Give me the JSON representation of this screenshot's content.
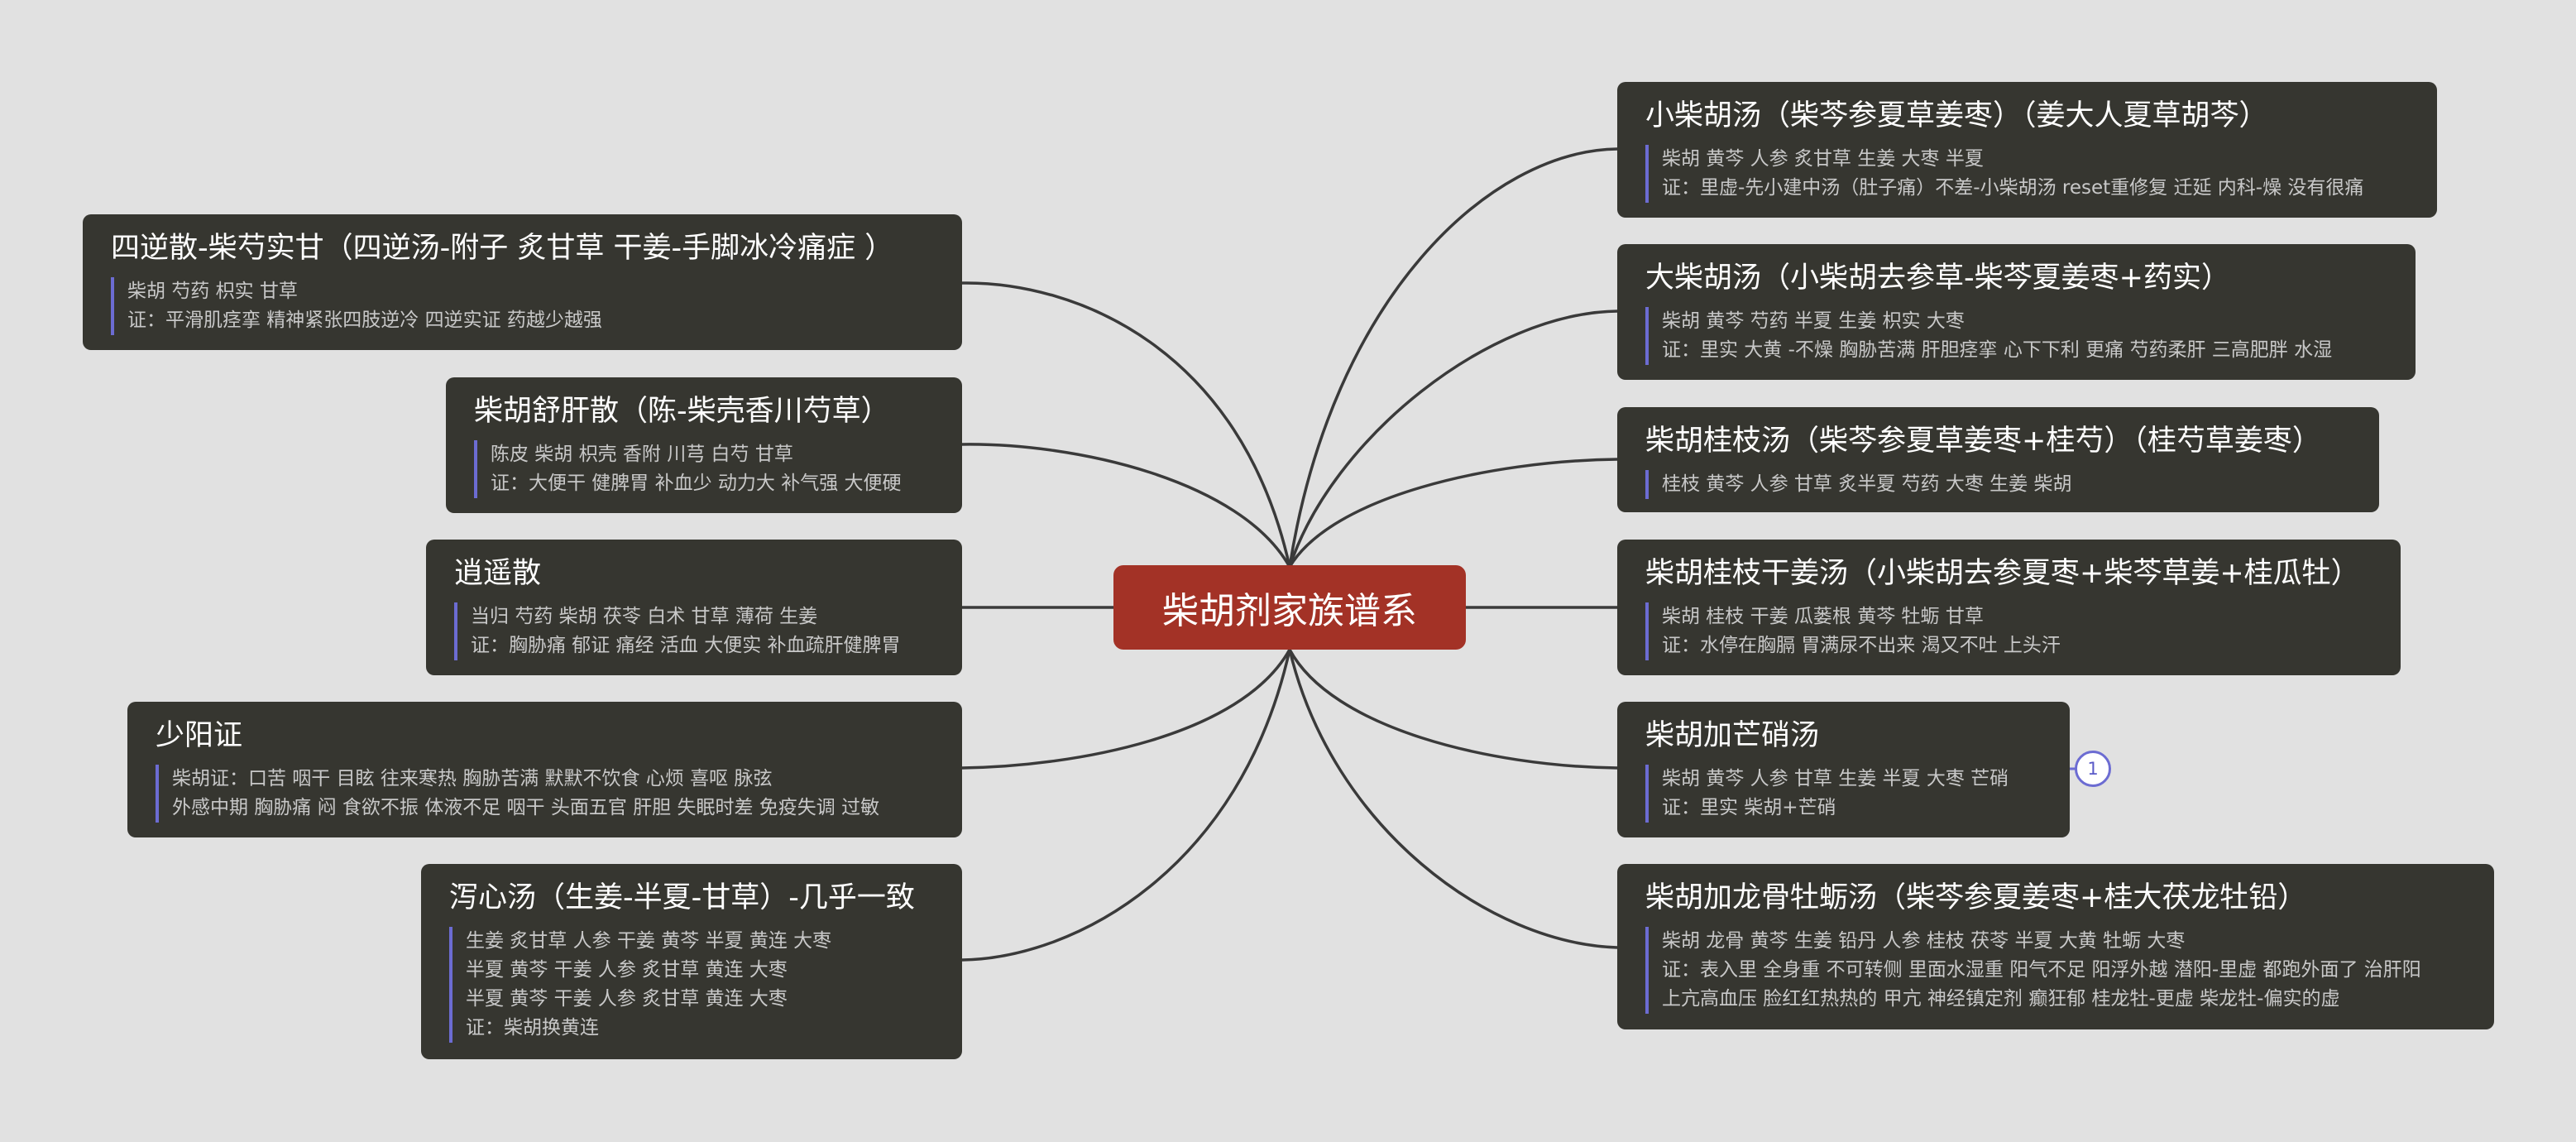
{
  "center": {
    "label": "柴胡剂家族谱系"
  },
  "left_nodes": [
    {
      "title": "四逆散-柴芍实甘（四逆汤-附子  炙甘草  干姜-手脚冰冷痛症 ）",
      "lines": [
        "柴胡 芍药 枳实 甘草",
        "证：平滑肌痉挛 精神紧张四肢逆冷  四逆实证 药越少越强"
      ]
    },
    {
      "title": "柴胡舒肝散（陈-柴壳香川芍草）",
      "lines": [
        "陈皮 柴胡 枳壳 香附 川芎 白芍 甘草",
        "证：大便干 健脾胃 补血少 动力大 补气强 大便硬"
      ]
    },
    {
      "title": "逍遥散",
      "lines": [
        "当归 芍药 柴胡 茯苓 白术 甘草  薄荷 生姜",
        "证：胸胁痛 郁证 痛经 活血 大便实 补血疏肝健脾胃"
      ]
    },
    {
      "title": "少阳证",
      "lines": [
        "柴胡证：口苦 咽干 目眩 往来寒热 胸胁苦满 默默不饮食 心烦 喜呕 脉弦",
        "外感中期 胸胁痛 闷 食欲不振 体液不足 咽干  头面五官  肝胆 失眠时差 免疫失调 过敏"
      ]
    },
    {
      "title": "泻心汤（生姜-半夏-甘草）-几乎一致",
      "lines": [
        "生姜 炙甘草 人参 干姜 黄芩 半夏 黄连 大枣",
        "半夏 黄芩 干姜 人参 炙甘草 黄连 大枣",
        "半夏 黄芩 干姜 人参 炙甘草 黄连 大枣",
        "证：柴胡换黄连"
      ]
    }
  ],
  "right_nodes": [
    {
      "title": "小柴胡汤（柴芩参夏草姜枣）（姜大人夏草胡芩）",
      "lines": [
        " 柴胡 黄芩 人参 炙甘草 生姜 大枣 半夏",
        "证：里虚-先小建中汤（肚子痛）不差-小柴胡汤 reset重修复 迁延 内科-燥 没有很痛"
      ]
    },
    {
      "title": "大柴胡汤（小柴胡去参草-柴芩夏姜枣+药实）",
      "lines": [
        "柴胡 黄芩 芍药 半夏 生姜 枳实 大枣",
        "证：里实 大黄 -不燥  胸胁苦满 肝胆痉挛 心下下利  更痛 芍药柔肝 三高肥胖 水湿"
      ]
    },
    {
      "title": "柴胡桂枝汤（柴芩参夏草姜枣+桂芍）（桂芍草姜枣）",
      "lines": [
        "桂枝 黄芩 人参 甘草 炙半夏 芍药 大枣 生姜 柴胡"
      ]
    },
    {
      "title": "柴胡桂枝干姜汤（小柴胡去参夏枣+柴芩草姜+桂瓜牡）",
      "lines": [
        "柴胡 桂枝 干姜 瓜蒌根 黄芩 牡蛎 甘草",
        "证：水停在胸膈 胃满尿不出来 渴又不吐 上头汗"
      ]
    },
    {
      "title": "柴胡加芒硝汤",
      "lines": [
        "柴胡 黄芩 人参 甘草 生姜 半夏  大枣 芒硝",
        "证：里实 柴胡+芒硝"
      ]
    },
    {
      "title": "柴胡加龙骨牡蛎汤（柴芩参夏姜枣+桂大茯龙牡铅）",
      "lines": [
        "柴胡 龙骨 黄芩 生姜 铅丹 人参 桂枝 茯苓 半夏 大黄 牡蛎 大枣",
        "证：表入里 全身重 不可转侧 里面水湿重 阳气不足 阳浮外越 潜阳-里虚 都跑外面了 治肝阳",
        "上亢高血压 脸红红热热的 甲亢 神经镇定剂 癫狂郁  桂龙牡-更虚 柴龙牡-偏实的虚"
      ]
    }
  ],
  "collapsed_badge": {
    "count": "1"
  },
  "colors": {
    "background": "#e1e1e1",
    "center_fill": "#a33226",
    "node_fill": "#363630",
    "accent_bar": "#6c6cd2",
    "connector": "#3a3a3a"
  }
}
